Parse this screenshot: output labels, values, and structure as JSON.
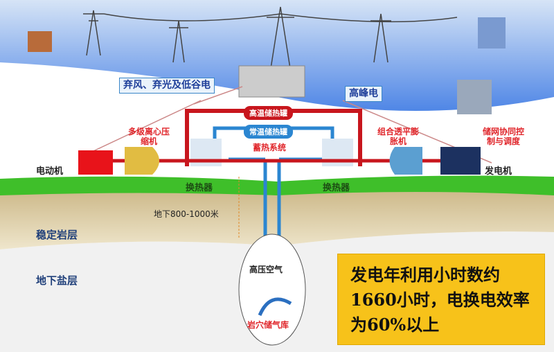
{
  "callouts": {
    "curtailed": "弃风、弃光及低谷电",
    "peak": "高峰电"
  },
  "tanks": {
    "high_temp": "高温储热罐",
    "normal_temp": "常温储热罐",
    "storage_system": "蓄热系统"
  },
  "equipment": {
    "compressor": "多级离心压缩机",
    "turbine": "组合透平膨胀机",
    "grid_control": "储网协同控制与调度",
    "motor": "电动机",
    "generator": "发电机",
    "heat_exchanger_left": "换热器",
    "heat_exchanger_right": "换热器"
  },
  "ground": {
    "depth": "地下800-1000米",
    "rock": "稳定岩层",
    "salt": "地下盐层",
    "air": "高压空气",
    "cavern": "岩穴储气库"
  },
  "summary": "发电年利用小时数约1660小时，电换电效率为60%以上",
  "colors": {
    "sky": "#5f8fe6",
    "grass": "#3fbf2a",
    "soil": "#d9c9a0",
    "hot": "#c8161d",
    "cold": "#2b86d1",
    "summary_bg": "#f7c21a"
  }
}
